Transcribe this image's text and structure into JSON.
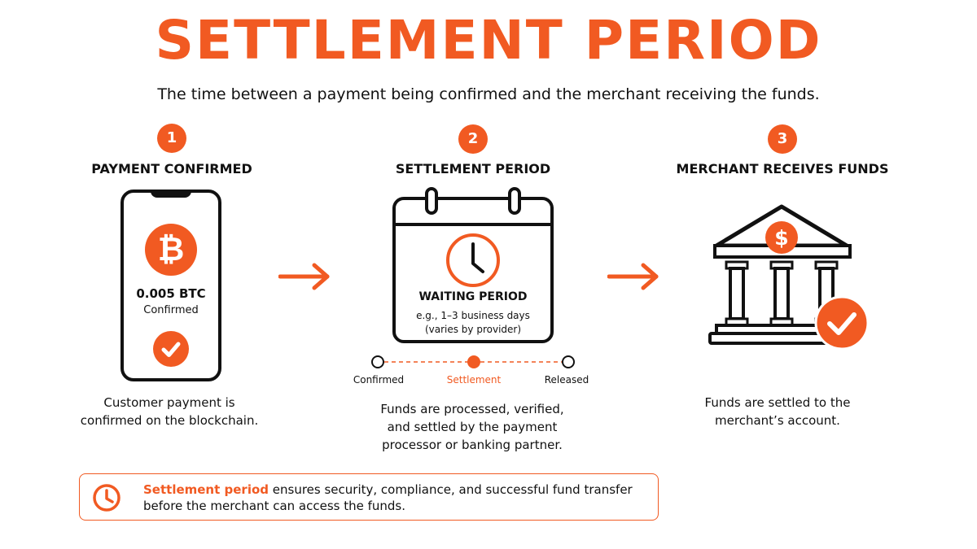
{
  "title": "SETTLEMENT PERIOD",
  "subtitle": "The time between a payment being confirmed and the merchant receiving the funds.",
  "colors": {
    "accent": "#f15a22",
    "text": "#111111",
    "background": "#ffffff"
  },
  "steps": [
    {
      "number": "1",
      "title": "PAYMENT CONFIRMED",
      "icon": "smartphone-bitcoin-icon",
      "amount": "0.005 BTC",
      "status": "Confirmed",
      "caption_line1": "Customer payment is",
      "caption_line2": "confirmed on the blockchain."
    },
    {
      "number": "2",
      "title": "SETTLEMENT PERIOD",
      "icon": "calendar-clock-icon",
      "wait_title": "WAITING PERIOD",
      "wait_line1": "e.g., 1–3 business days",
      "wait_line2": "(varies by provider)",
      "timeline": [
        "Confirmed",
        "Settlement",
        "Released"
      ],
      "caption_line1": "Funds are processed, verified,",
      "caption_line2": "and settled by the payment",
      "caption_line3": "processor or banking partner."
    },
    {
      "number": "3",
      "title": "MERCHANT RECEIVES FUNDS",
      "icon": "bank-check-icon",
      "caption_line1": "Funds are settled to the",
      "caption_line2": "merchant’s account."
    }
  ],
  "note": {
    "highlight": "Settlement period",
    "text_rest": " ensures security, compliance, and successful fund transfer",
    "line2": "before the merchant can access the funds."
  }
}
